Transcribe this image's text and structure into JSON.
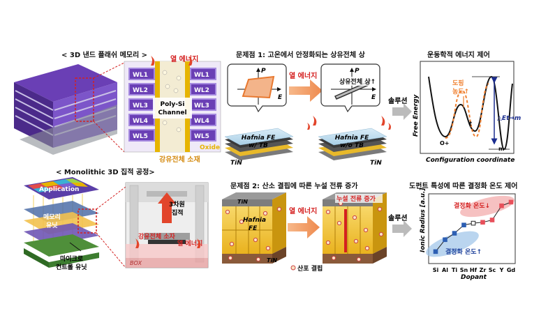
{
  "top": {
    "nand_title": "< 3D 낸드 플래쉬 메모리 >",
    "problem1_title": "문제점 1: 고온에서 안정화되는 상유전체 상",
    "kinetic_title": "운동학적 에너지 제어",
    "wl_labels": [
      "WL1",
      "WL2",
      "WL3",
      "WL4",
      "WL5"
    ],
    "wl_labels_right": [
      "WL1",
      "WL2",
      "WL3",
      "WL4",
      "WL5"
    ],
    "heat_label": "열 에너지",
    "channel_label": "Poly-Si\nChannel",
    "oxide_label": "Oxide",
    "ferro_device_label": "강유전체 소재",
    "heat_label2": "열 에너지",
    "paraelectric_label": "상유전체 상↑",
    "axis_p": "P",
    "axis_e": "E",
    "stack1_text": "Hafnia FE\nw/ TB",
    "stack2_text": "Hafnia FE\nw/o TB",
    "tin_label": "TiN",
    "solution_label": "솔루션",
    "doping_label": "도핑\n농도↑",
    "energy_ylabel": "Free Energy",
    "energy_xlabel": "Configuration coordinate",
    "phase_o": "O+",
    "phase_t": "t",
    "phase_m": "m-",
    "delta_e": "△Et→m"
  },
  "bottom": {
    "mono_title": "< Monolithic 3D 집적 공정>",
    "problem2_title": "문제점 2: 산소 결핍에 따른 누설 전류 증가",
    "dopant_title": "도펀트 특성에 따른 결정화 온도 제어",
    "application_label": "Application",
    "memory_label": "메모리\n유닛",
    "micro_label": "마이크로\n컨트롤 유닛",
    "integ_label": "3차원\n집적",
    "ferro_device_label": "강유전체 소자",
    "heat_label": "열 에너지",
    "box_label": "BOX",
    "tin_top": "TiN",
    "hafnia_label": "Hafnia\nFE",
    "tin_bottom": "TiN",
    "heat_label2": "열 에너지",
    "leakage_label": "누설 전류 증가",
    "vacancy_label": "산포 결핍",
    "solution_label": "솔루션",
    "cryst_down": "결정화 온도↓",
    "cryst_up": "결정화 온도↑"
  },
  "chart_data": {
    "type": "line",
    "categories": [
      "Si",
      "Al",
      "Ti",
      "Sn",
      "Hf",
      "Zr",
      "Sc",
      "Y",
      "Gd"
    ],
    "values": [
      0.4,
      0.53,
      0.6,
      0.69,
      0.71,
      0.72,
      0.745,
      0.9,
      0.94
    ],
    "xlabel": "Dopant",
    "ylabel": "Ionic Radius [a.u.]",
    "ylim": [
      0.3,
      1.0
    ]
  },
  "colors": {
    "purple": "#7b4fc7",
    "orange_arrow": "#f4a46a",
    "red_text": "#d42020",
    "gold": "#e6b400",
    "chart_red": "#e8505b",
    "chart_blue": "#2d5fb3"
  }
}
